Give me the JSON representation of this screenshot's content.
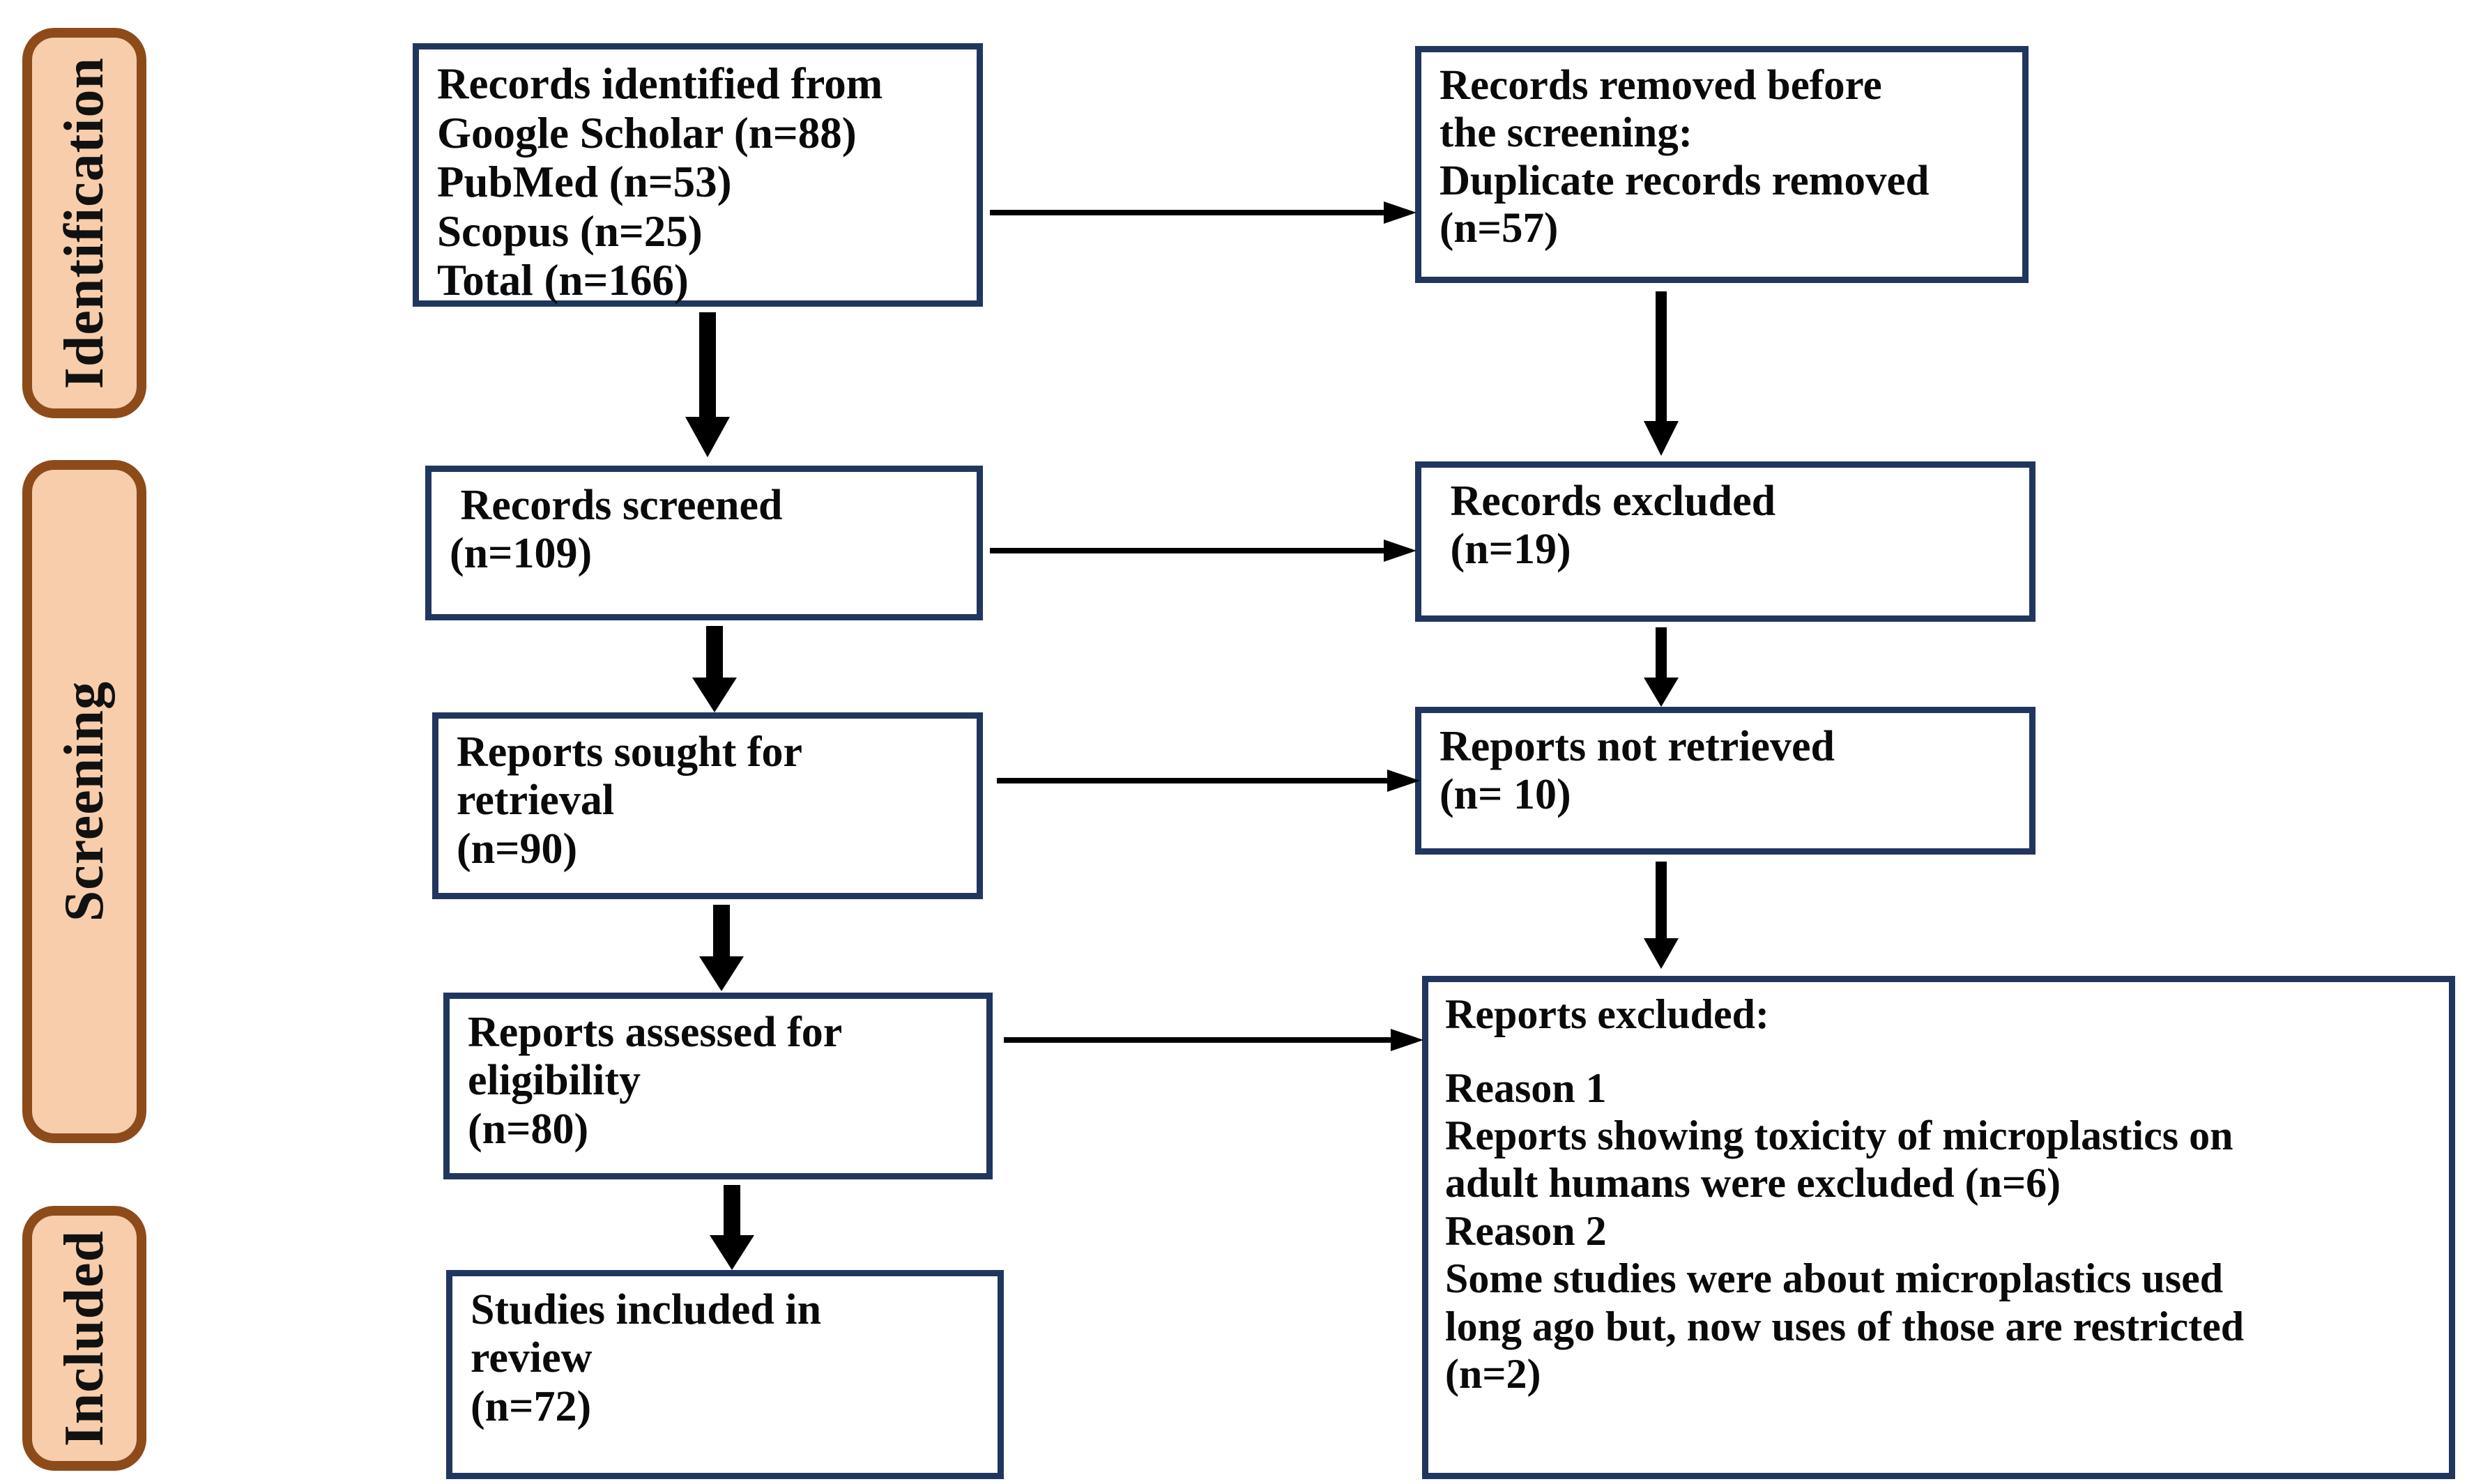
{
  "diagram": {
    "title": "PRISMA flow diagram",
    "colors": {
      "phase_fill": "#f7cdab",
      "phase_border": "#8d4b1a",
      "box_border": "#21365f",
      "box_fill": "#ffffff",
      "arrow": "#000000",
      "text": "#0a0a0a"
    }
  },
  "phases": [
    {
      "id": "identification",
      "label": "Identification"
    },
    {
      "id": "screening",
      "label": "Screening"
    },
    {
      "id": "included",
      "label": "Included"
    }
  ],
  "boxes": {
    "identified": {
      "lines": [
        "Records identified from",
        "Google Scholar (n=88)",
        "PubMed (n=53)",
        "Scopus (n=25)",
        "Total (n=166)"
      ]
    },
    "removed": {
      "lines": [
        "Records removed before",
        "the screening:",
        "Duplicate records removed",
        "(n=57)"
      ]
    },
    "screened": {
      "lines": [
        " Records screened",
        "(n=109)"
      ]
    },
    "excluded": {
      "lines": [
        " Records excluded",
        " (n=19)"
      ]
    },
    "sought": {
      "lines": [
        "Reports sought for",
        "retrieval",
        "(n=90)"
      ]
    },
    "not_retrieved": {
      "lines": [
        "Reports not retrieved",
        "(n= 10)"
      ]
    },
    "assessed": {
      "lines": [
        "Reports assessed for",
        "eligibility",
        "(n=80)"
      ]
    },
    "reports_excluded": {
      "heading": "Reports excluded:",
      "reason1_label": "Reason 1",
      "reason1_lines": [
        "Reports showing toxicity of microplastics on",
        "adult humans were excluded (n=6)"
      ],
      "reason2_label": "Reason 2",
      "reason2_lines": [
        "Some studies were about microplastics used",
        "long ago but, now uses of those are restricted",
        "(n=2)"
      ]
    },
    "included": {
      "lines": [
        "Studies included in",
        "review",
        "(n=72)"
      ]
    }
  },
  "arrows": [
    {
      "id": "identified-to-removed",
      "direction": "right"
    },
    {
      "id": "identified-to-screened",
      "direction": "down"
    },
    {
      "id": "removed-to-excluded",
      "direction": "down"
    },
    {
      "id": "screened-to-excluded",
      "direction": "right"
    },
    {
      "id": "screened-to-sought",
      "direction": "down"
    },
    {
      "id": "excluded-to-notretrieved",
      "direction": "down"
    },
    {
      "id": "sought-to-notretrieved",
      "direction": "right"
    },
    {
      "id": "sought-to-assessed",
      "direction": "down"
    },
    {
      "id": "notretrieved-to-reports",
      "direction": "down"
    },
    {
      "id": "assessed-to-reports",
      "direction": "right"
    },
    {
      "id": "assessed-to-included",
      "direction": "down"
    }
  ]
}
